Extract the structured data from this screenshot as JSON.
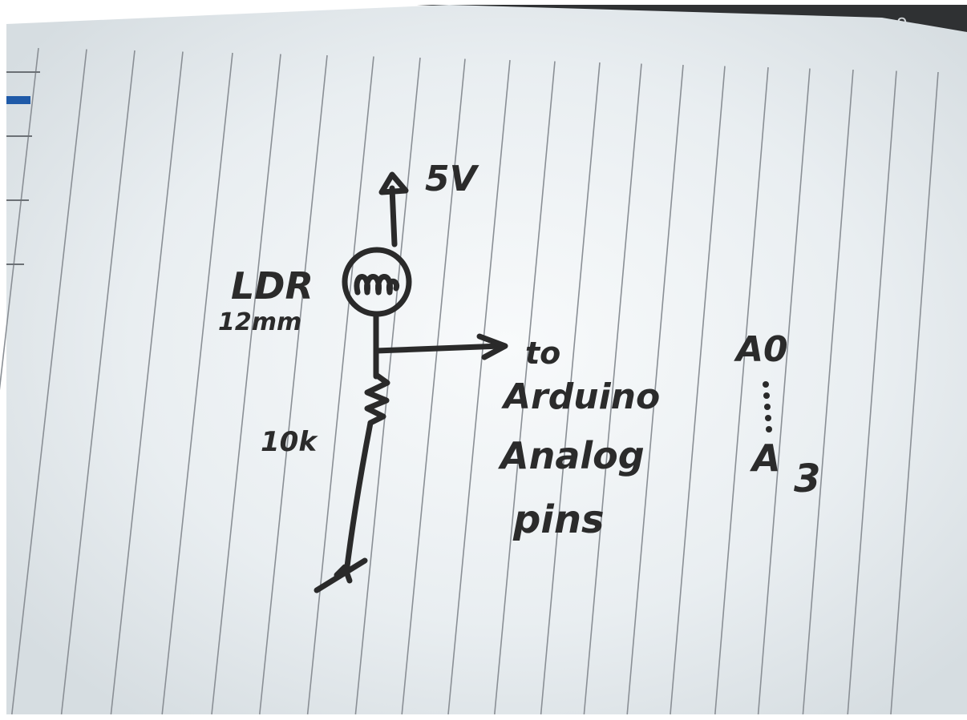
{
  "diagram": {
    "supply_label": "5V",
    "ldr_label": "LDR",
    "ldr_size_label": "12mm",
    "resistor_label": "10k",
    "output_label_lines": [
      "to",
      "Arduino",
      "Analog",
      "pins"
    ],
    "pin_range_start": "A0",
    "pin_range_end_letter": "A",
    "pin_range_end_number": "3"
  },
  "colors": {
    "paper": "#e9eef1",
    "paper_highlight": "#f7f9fa",
    "ruled_lines": "#8a8f95",
    "ink": "#2a2a2a",
    "background_dark": "#2f3133",
    "blue_accent": "#1f5aa8"
  }
}
